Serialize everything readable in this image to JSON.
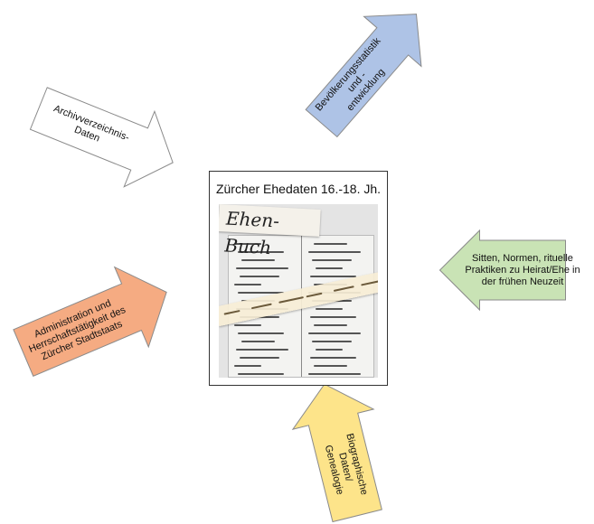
{
  "center": {
    "title": "Zürcher Ehedaten 16.-18. Jh.",
    "document_image": "handwritten-marriage-register-ehen-buch"
  },
  "arrows": [
    {
      "id": "archive",
      "color": "#ffffff",
      "lines": [
        "Archivverzeichnis-",
        "Daten"
      ]
    },
    {
      "id": "population",
      "color": "#aec3e6",
      "lines": [
        "Bevölkerungsstatistik und -",
        "entwicklung"
      ]
    },
    {
      "id": "customs",
      "color": "#c9e3b5",
      "lines": [
        "Sitten, Normen, rituelle",
        "Praktiken zu Heirat/Ehe in",
        "der frühen Neuzeit"
      ]
    },
    {
      "id": "administration",
      "color": "#f5ab82",
      "lines": [
        "Administration und",
        "Herrschaftstätigkeit des",
        "Zürcher Stadtstaats"
      ]
    },
    {
      "id": "biography",
      "color": "#fde48a",
      "lines": [
        "Biographische",
        "Daten/",
        "Genealogie"
      ]
    }
  ]
}
